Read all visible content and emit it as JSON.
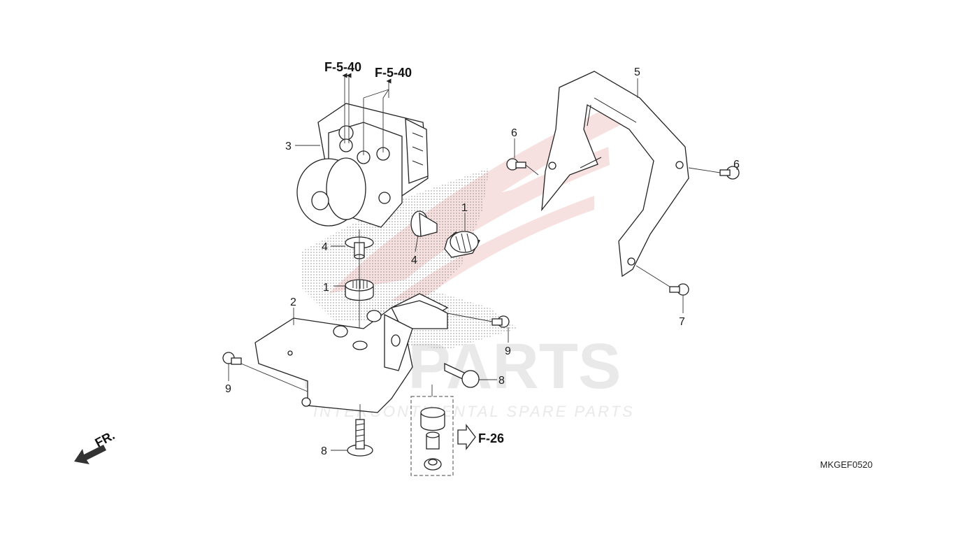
{
  "diagram": {
    "code": "MKGEF0520",
    "front_indicator": "FR.",
    "refs": {
      "f540_a": "F-5-40",
      "f540_b": "F-5-40",
      "f26": "F-26"
    },
    "watermark": {
      "brand": "ICSPARTS",
      "tagline": "INTERCONTINENTAL SPARE PARTS"
    },
    "callouts": {
      "c1a": "1",
      "c1b": "1",
      "c2": "2",
      "c3": "3",
      "c4a": "4",
      "c4b": "4",
      "c5": "5",
      "c6a": "6",
      "c6b": "6",
      "c7": "7",
      "c8a": "8",
      "c8b": "8",
      "c9a": "9",
      "c9b": "9"
    }
  },
  "colors": {
    "line": "#222222",
    "watermark_red": "#f2c7c7",
    "watermark_grey": "#e9e9e9",
    "background": "#ffffff"
  }
}
